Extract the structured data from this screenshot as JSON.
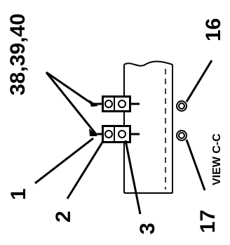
{
  "labels": {
    "callout_38_40": "38,39,40",
    "callout_16": "16",
    "callout_1": "1",
    "callout_2": "2",
    "callout_3": "3",
    "callout_17": "17",
    "view_title": "VIEW C-C"
  },
  "colors": {
    "ink": "#000000",
    "background": "#ffffff"
  }
}
